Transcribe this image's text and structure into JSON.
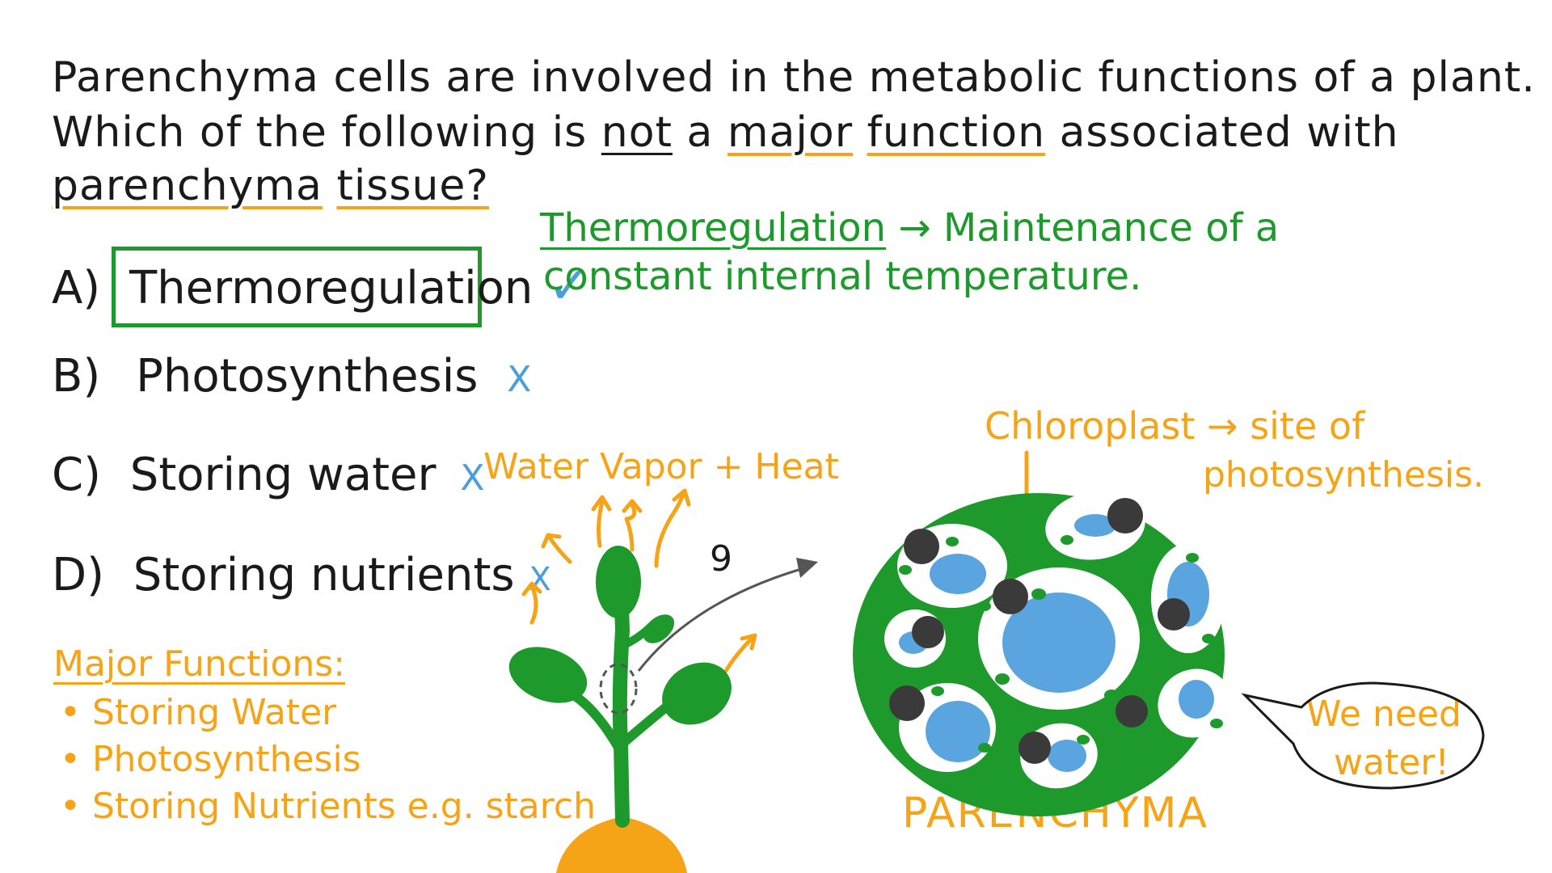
{
  "question": {
    "line1": "Parenchyma cells are involved in the metabolic functions of a plant.",
    "line2_a": "Which of the following is",
    "line2_not": "not",
    "line2_a2": "a",
    "line2_major": "major",
    "line2_function": "function",
    "line2_b": "associated with",
    "line3_parenchyma": "parenchyma",
    "line3_tissue": "tissue",
    "line3_q": "?"
  },
  "options": [
    {
      "letter": "A)",
      "text": "Thermoregulation",
      "mark": "✓"
    },
    {
      "letter": "B)",
      "text": "Photosynthesis",
      "mark": "X"
    },
    {
      "letter": "C)",
      "text": "Storing water",
      "mark": "X"
    },
    {
      "letter": "D)",
      "text": "Storing nutrients",
      "mark": "X"
    }
  ],
  "definition": {
    "term": "Thermoregulation",
    "arrow": "→",
    "line1_rest": "Maintenance of a",
    "line2": "constant internal temperature."
  },
  "major_functions": {
    "title": "Major Functions:",
    "items": [
      "Storing Water",
      "Photosynthesis",
      "Storing Nutrients e.g. starch"
    ],
    "bullet": "•"
  },
  "plant": {
    "label": "Water Vapor + Heat",
    "magnify_glyph": "9"
  },
  "cell_diagram": {
    "chloroplast_label": "Chloroplast",
    "arrow": "→",
    "site_label_1": "site of",
    "site_label_2": "photosynthesis.",
    "caption": "PARENCHYMA",
    "speech_1": "We need",
    "speech_2": "water!"
  },
  "colors": {
    "ink": "#1a1a1a",
    "green": "#1e9a2d",
    "orange": "#f5a417",
    "blue": "#4a9edb",
    "cell_blue": "#5aa4e0",
    "nucleus": "#3a3a3a"
  }
}
